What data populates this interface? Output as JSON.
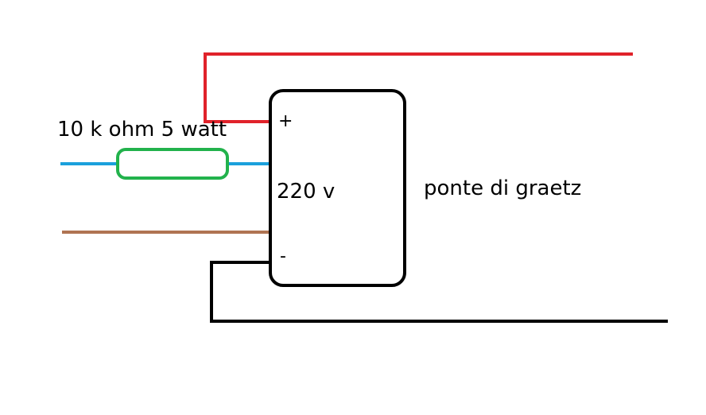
{
  "labels": {
    "resistor": "10 k ohm 5 watt",
    "voltage": "220 v",
    "bridge": "ponte di graetz",
    "plus": "+",
    "minus": "-"
  },
  "colors": {
    "positive_wire": "#e0222a",
    "blue_wire": "#1aa0dc",
    "brown_wire": "#b07452",
    "resistor_body": "#22b24c",
    "outline": "#000000",
    "background": "#ffffff"
  }
}
